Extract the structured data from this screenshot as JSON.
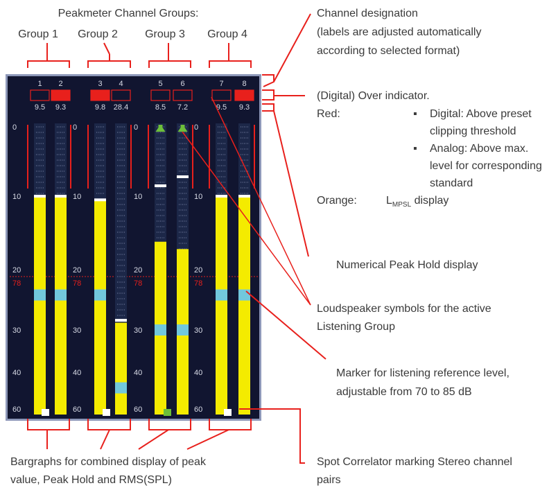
{
  "title": "Peakmeter Channel Groups:",
  "groups": [
    "Group 1",
    "Group 2",
    "Group 3",
    "Group 4"
  ],
  "meter": {
    "channels": [
      {
        "num": "1",
        "over": false,
        "peak_hold": "9.5",
        "peak": 10.0,
        "hold": 10.0,
        "rms": 24.2,
        "spot": true
      },
      {
        "num": "2",
        "over": true,
        "peak_hold": "9.3",
        "peak": 10.0,
        "hold": 10.0,
        "rms": 24.2,
        "spot": false
      },
      {
        "num": "3",
        "over": true,
        "peak_hold": "9.8",
        "peak": 10.5,
        "hold": 10.5,
        "rms": 24.2,
        "spot": true
      },
      {
        "num": "4",
        "over": false,
        "peak_hold": "28.4",
        "peak": 28.8,
        "hold": 28.4,
        "rms": 48.5,
        "spot": false
      },
      {
        "num": "5",
        "over": false,
        "peak_hold": "8.5",
        "peak": 16.2,
        "hold": 8.5,
        "rms": 30.0,
        "spot": false,
        "speaker": true
      },
      {
        "num": "6",
        "over": false,
        "peak_hold": "7.2",
        "peak": 17.2,
        "hold": 7.2,
        "rms": 30.0,
        "spot": false,
        "speaker": true
      },
      {
        "num": "7",
        "over": false,
        "peak_hold": "9.5",
        "peak": 10.0,
        "hold": 10.0,
        "rms": 24.2,
        "spot": true
      },
      {
        "num": "8",
        "over": true,
        "peak_hold": "9.3",
        "peak": 10.0,
        "hold": 10.0,
        "rms": 24.2,
        "spot": false
      }
    ],
    "scale_labels": [
      "0",
      "10",
      "20",
      "30",
      "40",
      "60"
    ],
    "reference_label": "78",
    "colors": {
      "bar": "#f4eb00",
      "rms": "#72c8dc",
      "over": "#e8201c",
      "frame": "#e8201c",
      "background": "#111530",
      "speaker": "#6dbf3a",
      "reference": "#e8201c"
    }
  },
  "annotations": {
    "channel_designation": [
      "Channel designation",
      "(labels are adjusted automatically",
      "according to selected format)"
    ],
    "over_indicator": {
      "title": "(Digital) Over indicator.",
      "red_label": "Red:",
      "red_items": [
        [
          "Digital: Above preset",
          "clipping threshold"
        ],
        [
          "Analog: Above max.",
          "level for corresponding",
          "standard"
        ]
      ],
      "orange_label": "Orange:",
      "orange_text_pre": "L",
      "orange_text_sub": "MPSL",
      "orange_text_post": " display"
    },
    "numerical_peak_hold": "Numerical Peak Hold display",
    "loudspeaker": [
      "Loudspeaker symbols for the active",
      "Listening Group"
    ],
    "marker": [
      "Marker for listening reference level,",
      "adjustable from 70 to 85 dB"
    ],
    "bargraphs": [
      "Bargraphs for combined display of peak",
      "value, Peak Hold and RMS(SPL)"
    ],
    "spot_correlator": [
      "Spot Correlator marking Stereo channel",
      "pairs"
    ]
  }
}
